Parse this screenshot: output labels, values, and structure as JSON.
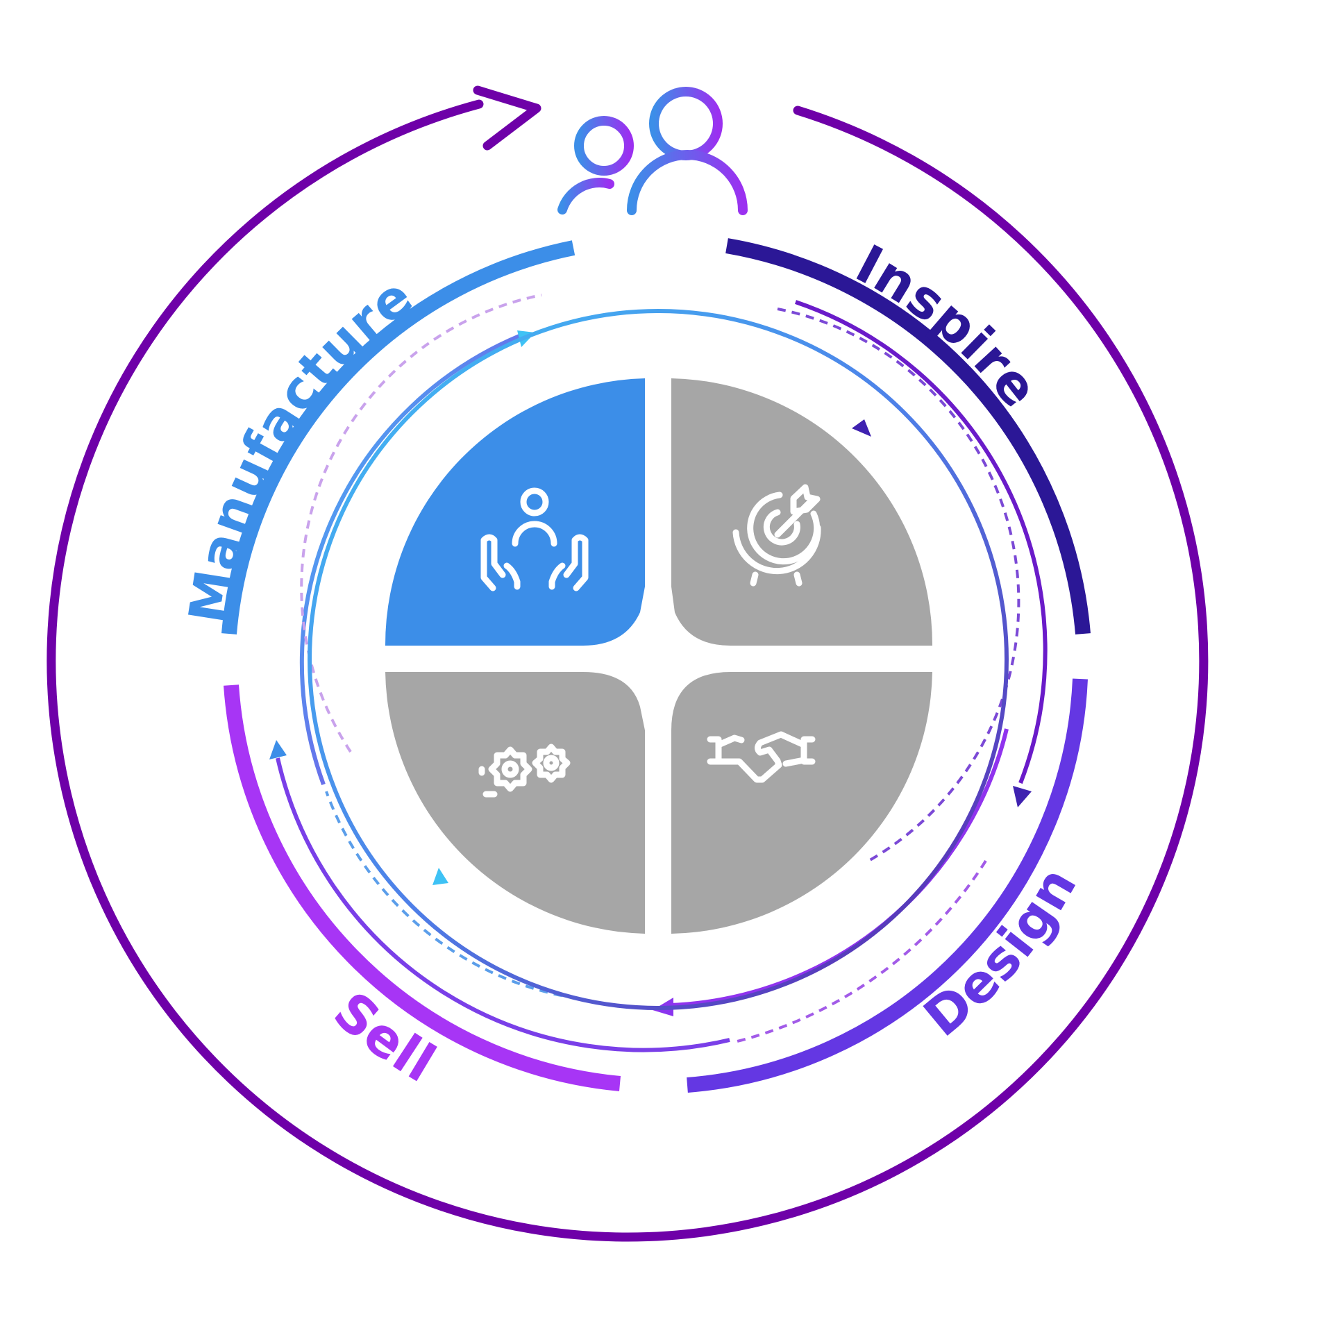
{
  "stages": [
    {
      "key": "inspire",
      "label": "Inspire",
      "icon": "target-arrow-icon"
    },
    {
      "key": "design",
      "label": "Design",
      "icon": "handshake-icon"
    },
    {
      "key": "sell",
      "label": "Sell",
      "icon": "gears-icon"
    },
    {
      "key": "manufacture",
      "label": "Manufacture",
      "icon": "person-care-hands-icon"
    }
  ],
  "center_icon": "people-icon",
  "colors": {
    "outer_ring": "#6E00A8",
    "inspire": "#2B1796",
    "design": "#6437E3",
    "sell": "#A735F5",
    "manufacture": "#3C8EE8",
    "quadrant_active": "#3C8EE8",
    "quadrant_inactive": "#A6A6A6",
    "light_blue": "#3EC2F5"
  }
}
